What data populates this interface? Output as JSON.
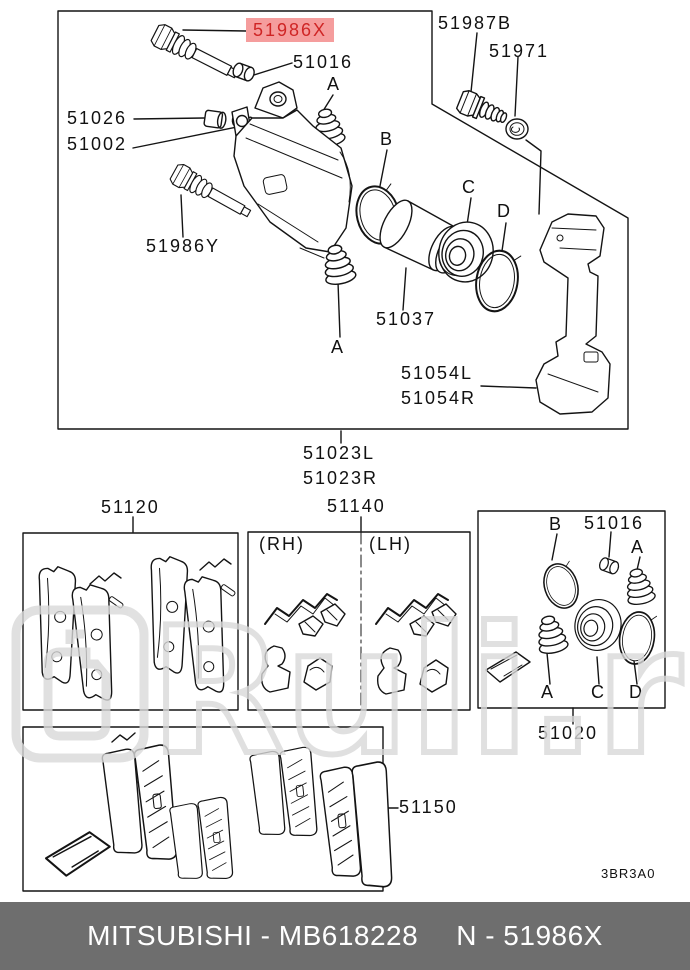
{
  "diagram": {
    "main_assembly": {
      "highlighted_part": "51986X",
      "callouts": {
        "guide_pin_upper": "51986X",
        "bushing": "51016",
        "boot_upper": "A",
        "lock_bolt": "51987B",
        "nut": "51971",
        "bleeder_cap": "51026",
        "bleeder_screw": "51002",
        "guide_pin_lower": "51986Y",
        "boot_lower": "A",
        "seal_ring_b": "B",
        "piston_boot_c": "C",
        "ring_d": "D",
        "piston": "51037",
        "bracket_left": "51054L",
        "bracket_right": "51054R",
        "caliper_assy_left": "51023L",
        "caliper_assy_right": "51023R"
      }
    },
    "pad_kit_box": {
      "label": "51120"
    },
    "hardware_kit_box": {
      "label": "51140",
      "right_hand": "(RH)",
      "left_hand": "(LH)"
    },
    "seal_kit_box": {
      "label": "51020",
      "callouts": {
        "seal_ring_b": "B",
        "bushing": "51016",
        "boot_top": "A",
        "boot_bottom": "A",
        "piston_seal_c": "C",
        "ring_d": "D"
      }
    },
    "shim_kit_box": {
      "label": "51150"
    },
    "drawing_code": "3BR3A0"
  },
  "watermark": {
    "text": "Ruli.ru"
  },
  "footer": {
    "brand_part": "MITSUBISHI - MB618228",
    "part_ref": "N - 51986X"
  },
  "colors": {
    "highlight_bg": "#f59d9d",
    "highlight_fg": "#cf2525",
    "footer_bg": "#6e6e6e",
    "footer_fg": "#ffffff",
    "line": "#141414",
    "watermark": "#d9d9d9"
  }
}
